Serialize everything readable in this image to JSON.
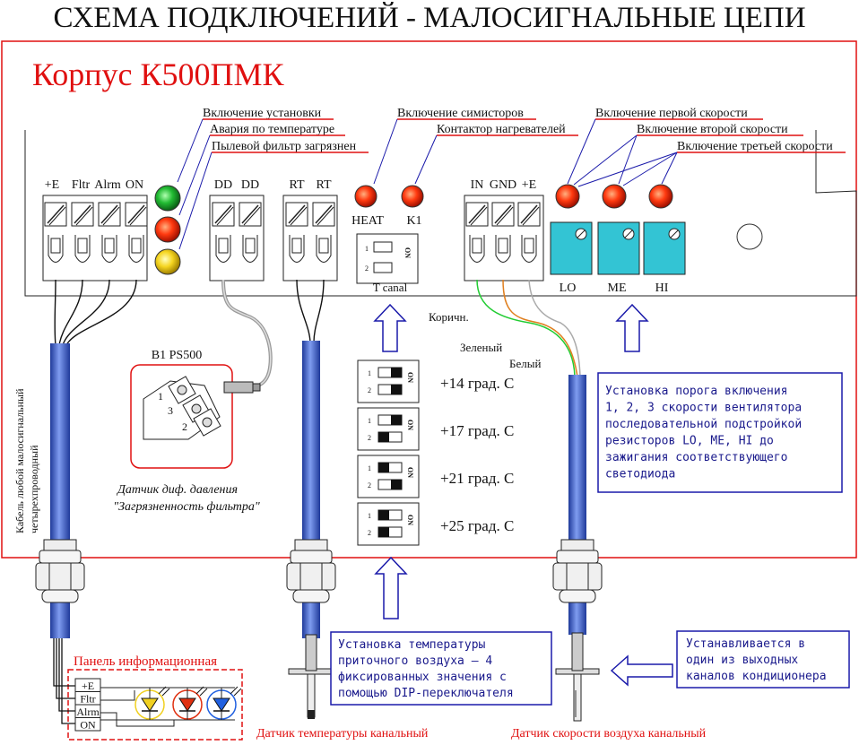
{
  "title": "СХЕМА ПОДКЛЮЧЕНИЙ - МАЛОСИГНАЛЬНЫЕ ЦЕПИ",
  "housing_title": "Корпус К500ПМК",
  "led_labels": {
    "power_on": "Включение установки",
    "temp_alarm": "Авария по температуре",
    "filter_dirty": "Пылевой фильтр загрязнен",
    "triacs_on": "Включение симисторов",
    "heater_contactor": "Контактор нагревателей",
    "speed1": "Включение первой скорости",
    "speed2": "Включение второй скорости",
    "speed3": "Включение третьей скорости"
  },
  "terminals": {
    "signal": [
      "+E",
      "Fltr",
      "Alrm",
      "ON"
    ],
    "dd": [
      "DD",
      "DD"
    ],
    "rt": [
      "RT",
      "RT"
    ],
    "flow": [
      "IN",
      "GND",
      "+E"
    ]
  },
  "heat_labels": [
    "HEAT",
    "K1"
  ],
  "tcanal_label": "T canal",
  "dip_on": "ON",
  "dip_nums": [
    "1",
    "2"
  ],
  "pot_labels": [
    "LO",
    "ME",
    "HI"
  ],
  "wire_labels": [
    "Коричн.",
    "Зеленый",
    "Белый"
  ],
  "sensor_dp": {
    "title": "B1 PS500",
    "pins": [
      "1",
      "3",
      "2"
    ],
    "caption_line1": "Датчик диф. давления",
    "caption_line2": "\"Загрязненность фильтра\""
  },
  "cable_label_line1": "Кабель любой малосигнальный",
  "cable_label_line2": "четырехпроводный",
  "dip_settings": [
    {
      "label": "+14 град. С",
      "sw1": "on",
      "sw2": "on"
    },
    {
      "label": "+17 град. С",
      "sw1": "on",
      "sw2": "off"
    },
    {
      "label": "+21 град. С",
      "sw1": "off",
      "sw2": "on"
    },
    {
      "label": "+25 град. С",
      "sw1": "off",
      "sw2": "off"
    }
  ],
  "note_speeds": [
    "Установка порога включения",
    "1, 2, 3 скорости вентилятора",
    "последовательной подстройкой",
    "резисторов LO, ME, HI до",
    "зажигания соответствующего",
    "светодиода"
  ],
  "note_temp": [
    "Установка температуры",
    "приточного воздуха – 4",
    "фиксированных значения с",
    "помощью DIP-переключателя"
  ],
  "note_flow": [
    "Устанавливается в",
    "один из выходных",
    "каналов кондиционера"
  ],
  "info_panel": {
    "title": "Панель информационная",
    "terminals": [
      "+E",
      "Fltr",
      "Alrm",
      "ON"
    ]
  },
  "caption_temp_sensor": "Датчик температуры канальный",
  "caption_flow_sensor": "Датчик скорости воздуха канальный",
  "colors": {
    "red": "#e01010",
    "led_green": "#22aa33",
    "led_red": "#e03010",
    "led_yellow": "#f0d020",
    "pot": "#33c4d4",
    "cable": "#3a5cc8",
    "note_text": "#1a1a8c"
  }
}
